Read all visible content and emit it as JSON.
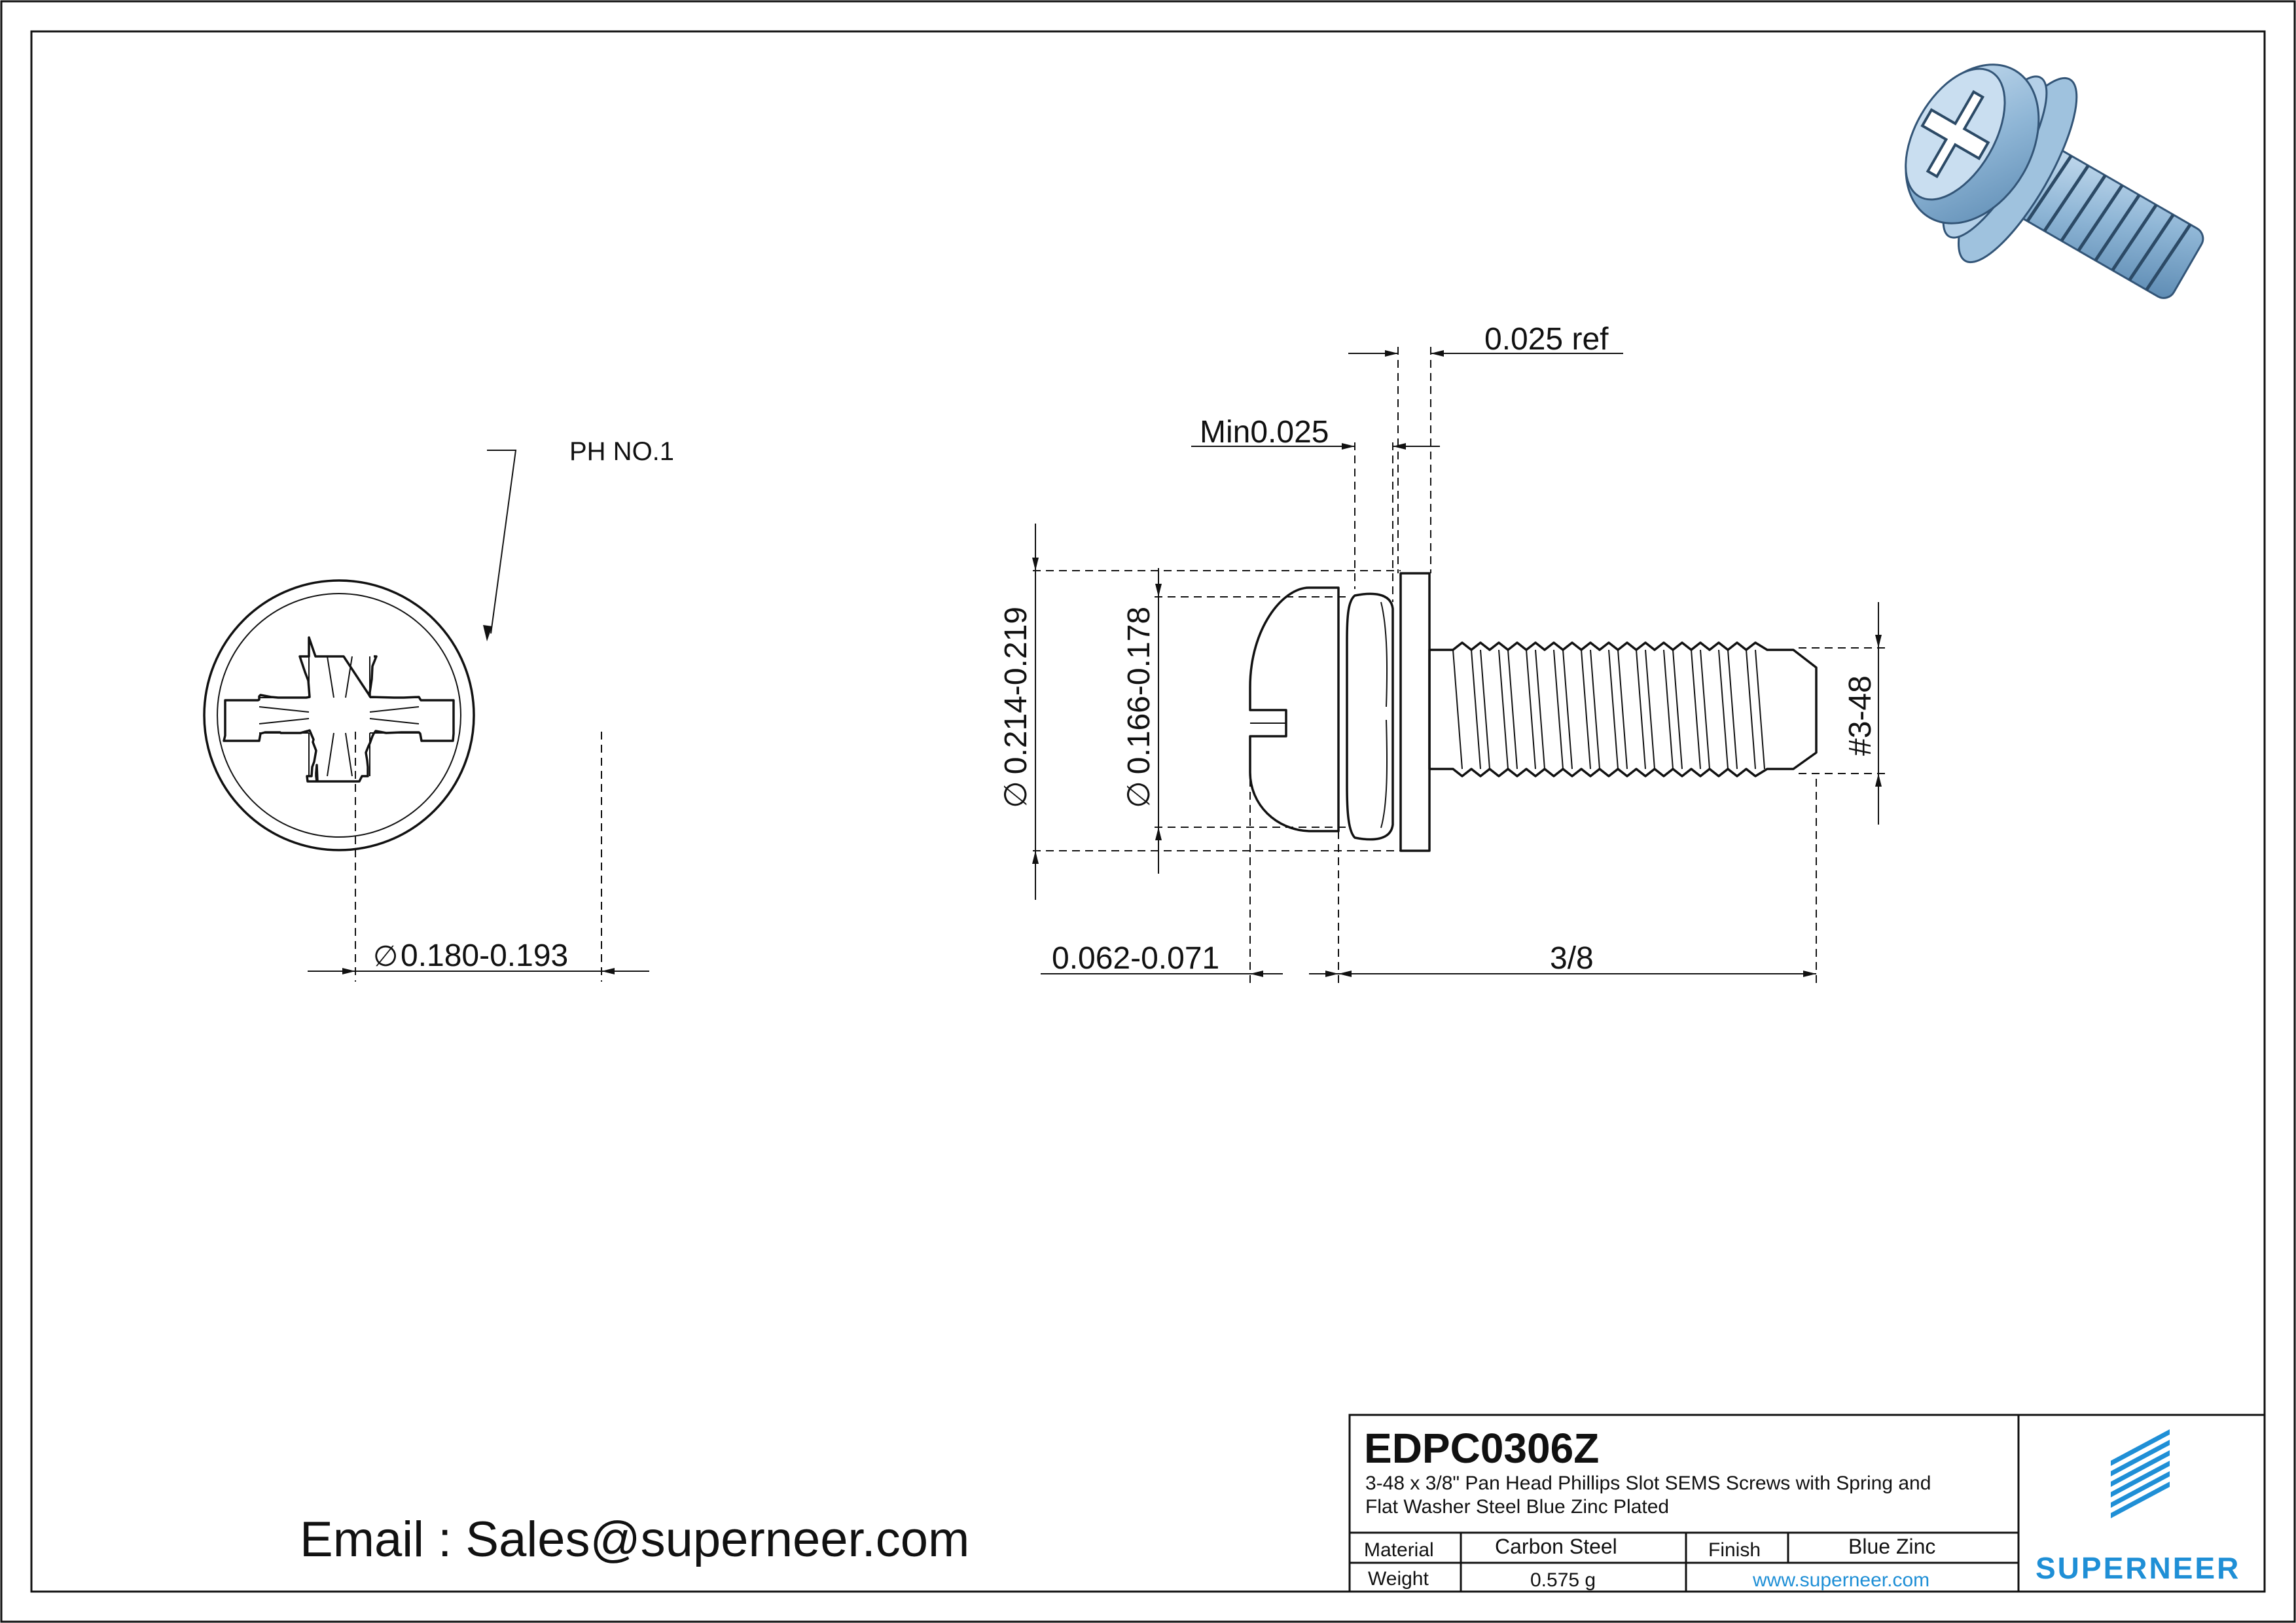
{
  "drawing": {
    "front_view": {
      "drive_callout": "PH NO.1",
      "head_dia": "0.180-0.193"
    },
    "side_view": {
      "washer_thickness": "0.025 ref",
      "spring_thickness": "Min0.025",
      "flat_washer_dia": "0.214-0.219",
      "spring_washer_dia": "0.166-0.178",
      "head_height": "0.062-0.071",
      "length": "3/8",
      "thread": "#3-48"
    },
    "diameter_symbol": "∅"
  },
  "contact": {
    "email_line": "Email : Sales@superneer.com"
  },
  "title_block": {
    "part_number": "EDPC0306Z",
    "description_line1": "3-48 x 3/8\" Pan Head Phillips Slot SEMS Screws with Spring and",
    "description_line2": "Flat Washer Steel Blue Zinc Plated",
    "material_label": "Material",
    "material_value": "Carbon Steel",
    "finish_label": "Finish",
    "finish_value": "Blue Zinc",
    "weight_label": "Weight",
    "weight_value": "0.575 g",
    "website": "www.superneer.com",
    "brand": "SUPERNEER"
  },
  "colors": {
    "line": "#111111",
    "brand_blue": "#1f8fd6",
    "screw_blue": "#8fb6d6"
  },
  "icons": [
    "superneer-logo-icon",
    "screw-3d-icon",
    "phillips-recess-icon"
  ]
}
